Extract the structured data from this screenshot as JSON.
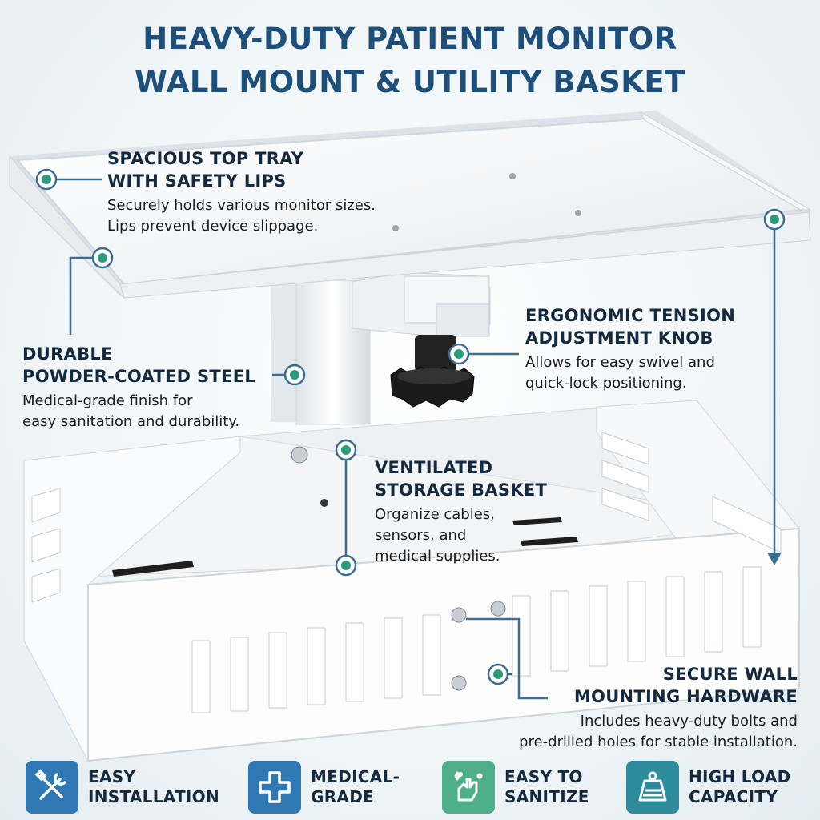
{
  "title": {
    "line1": "HEAVY-DUTY PATIENT MONITOR",
    "line2": "WALL MOUNT & UTILITY BASKET"
  },
  "callouts": {
    "top_tray": {
      "head1": "SPACIOUS TOP TRAY",
      "head2": "WITH SAFETY LIPS",
      "desc1": "Securely holds various monitor sizes.",
      "desc2": "Lips prevent device slippage."
    },
    "steel": {
      "head1": "DURABLE",
      "head2": "POWDER-COATED STEEL",
      "desc1": "Medical-grade finish for",
      "desc2": "easy sanitation and durability."
    },
    "knob": {
      "head1": "ERGONOMIC TENSION",
      "head2": "ADJUSTMENT KNOB",
      "desc1": "Allows for easy swivel and",
      "desc2": "quick-lock positioning."
    },
    "basket": {
      "head1": "VENTILATED",
      "head2": "STORAGE BASKET",
      "desc1": "Organize cables,",
      "desc2": "sensors, and",
      "desc3": "medical supplies."
    },
    "hardware": {
      "head1": "SECURE WALL",
      "head2": "MOUNTING HARDWARE",
      "desc1": "Includes heavy-duty bolts and",
      "desc2": "pre-drilled holes for stable installation."
    }
  },
  "features": [
    {
      "line1": "EASY",
      "line2": "INSTALLATION",
      "icon": "tools-icon",
      "color": "#2f78b4"
    },
    {
      "line1": "MEDICAL-",
      "line2": "GRADE",
      "icon": "medical-cross-icon",
      "color": "#2f78b4"
    },
    {
      "line1": "EASY TO",
      "line2": "SANITIZE",
      "icon": "sanitize-icon",
      "color": "#4fae8a"
    },
    {
      "line1": "HIGH LOAD",
      "line2": "CAPACITY",
      "icon": "weight-icon",
      "color": "#2d8c9b"
    }
  ],
  "colors": {
    "title": "#1d4f7a",
    "leader_line": "#3a6d92",
    "marker": "#2a9c7e",
    "blue_tile": "#2f78b4",
    "green_tile": "#4fae8a",
    "teal_tile": "#2d8c9b"
  }
}
